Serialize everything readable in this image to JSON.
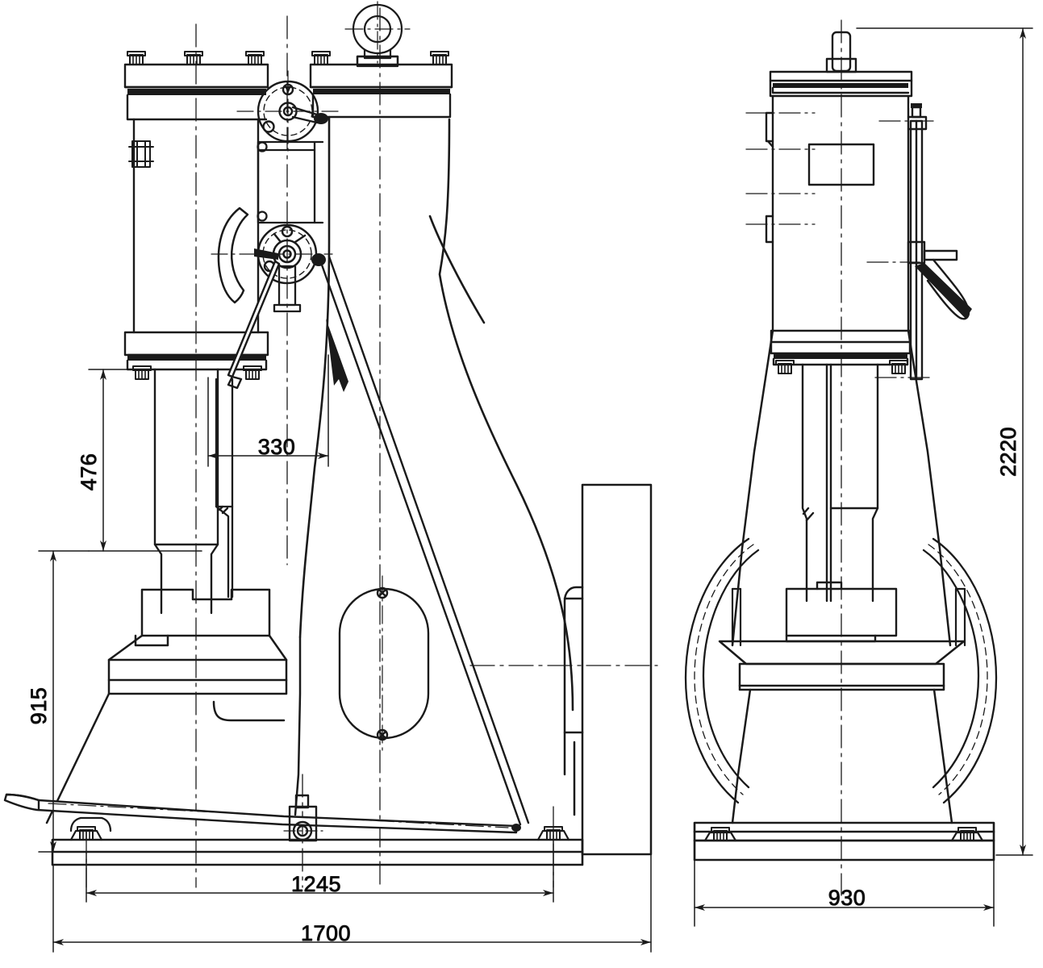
{
  "drawing": {
    "title": "Power forging hammer - general arrangement drawing",
    "type": "orthographic-engineering-drawing",
    "line_color": "#1a1a1a",
    "background_color": "#ffffff",
    "units": "mm",
    "views": [
      {
        "name": "side-elevation",
        "position": "left"
      },
      {
        "name": "front-elevation",
        "position": "right"
      }
    ]
  },
  "dimensions": {
    "d_476": {
      "value": "476",
      "orientation": "vertical",
      "view": "side-elevation",
      "describes": "ram-guide-height"
    },
    "d_330": {
      "value": "330",
      "orientation": "horizontal",
      "view": "side-elevation",
      "describes": "column-offset"
    },
    "d_915": {
      "value": "915",
      "orientation": "vertical",
      "view": "side-elevation",
      "describes": "anvil-work-height"
    },
    "d_1245": {
      "value": "1245",
      "orientation": "horizontal",
      "view": "side-elevation",
      "describes": "base-bolt-spacing"
    },
    "d_1700": {
      "value": "1700",
      "orientation": "horizontal",
      "view": "side-elevation",
      "describes": "overall-depth"
    },
    "d_2220": {
      "value": "2220",
      "orientation": "vertical",
      "view": "front-elevation",
      "describes": "overall-height"
    },
    "d_930": {
      "value": "930",
      "orientation": "horizontal",
      "view": "front-elevation",
      "describes": "overall-width"
    }
  },
  "components": {
    "lifting_eye": "lifting-eye-icon",
    "top_flange": "top-flange",
    "cylinder": "cylinder-body",
    "crank_disc": "crank-disc",
    "control_lever": "control-lever",
    "treadle": "foot-treadle",
    "anvil": "anvil-block",
    "base_plate": "base-plate",
    "flywheel": "flywheel-arc",
    "motor_flange": "motor-mount-flange",
    "inspection_cover": "oval-inspection-cover",
    "nameplate": "nameplate"
  }
}
